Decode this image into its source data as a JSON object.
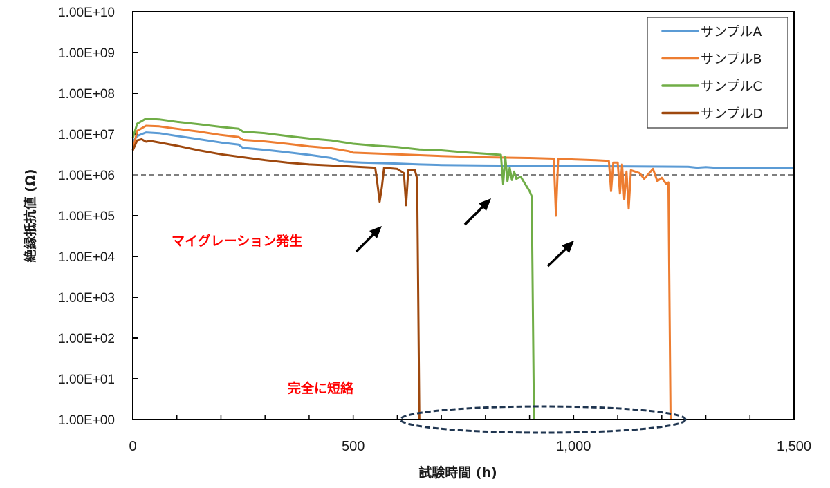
{
  "chart_data": {
    "type": "line",
    "title": "",
    "xlabel": "試験時間 (h)",
    "ylabel": "絶縁抵抗値 (Ω)",
    "xlim": [
      0,
      1500
    ],
    "ylim": [
      1,
      10000000000.0
    ],
    "yscale": "log",
    "x_ticks": [
      "0",
      "500",
      "1,000",
      "1,500"
    ],
    "x_minor_tick_step": 100,
    "y_ticks": [
      "1.00E+10",
      "1.00E+09",
      "1.00E+08",
      "1.00E+07",
      "1.00E+06",
      "1.00E+05",
      "1.00E+04",
      "1.00E+03",
      "1.00E+02",
      "1.00E+01",
      "1.00E+00"
    ],
    "grid": false,
    "legend_position": "upper-right",
    "reference_line": {
      "y": 1000000,
      "style": "dashed",
      "color": "#7f7f7f"
    },
    "series": [
      {
        "name": "サンプルA",
        "color": "#5b9bd5",
        "points": [
          [
            0,
            6500000.0
          ],
          [
            10,
            9000000.0
          ],
          [
            30,
            11000000.0
          ],
          [
            60,
            10500000.0
          ],
          [
            100,
            9000000.0
          ],
          [
            150,
            7500000.0
          ],
          [
            200,
            6200000.0
          ],
          [
            240,
            5500000.0
          ],
          [
            250,
            4600000.0
          ],
          [
            300,
            4100000.0
          ],
          [
            350,
            3600000.0
          ],
          [
            400,
            3100000.0
          ],
          [
            450,
            2600000.0
          ],
          [
            470,
            2200000.0
          ],
          [
            480,
            2100000.0
          ],
          [
            520,
            2000000.0
          ],
          [
            600,
            1900000.0
          ],
          [
            650,
            1800000.0
          ],
          [
            700,
            1750000.0
          ],
          [
            800,
            1700000.0
          ],
          [
            900,
            1680000.0
          ],
          [
            950,
            1650000.0
          ],
          [
            1000,
            1650000.0
          ],
          [
            1100,
            1620000.0
          ],
          [
            1200,
            1600000.0
          ],
          [
            1260,
            1580000.0
          ],
          [
            1280,
            1500000.0
          ],
          [
            1300,
            1550000.0
          ],
          [
            1320,
            1500000.0
          ],
          [
            1400,
            1500000.0
          ],
          [
            1500,
            1500000.0
          ]
        ]
      },
      {
        "name": "サンプルB",
        "color": "#ed7d31",
        "points": [
          [
            0,
            4000000.0
          ],
          [
            10,
            12000000.0
          ],
          [
            30,
            16000000.0
          ],
          [
            60,
            15500000.0
          ],
          [
            100,
            13500000.0
          ],
          [
            150,
            11500000.0
          ],
          [
            200,
            9500000.0
          ],
          [
            240,
            8500000.0
          ],
          [
            250,
            7200000.0
          ],
          [
            300,
            6600000.0
          ],
          [
            350,
            5800000.0
          ],
          [
            400,
            5000000.0
          ],
          [
            450,
            4500000.0
          ],
          [
            490,
            3800000.0
          ],
          [
            500,
            3500000.0
          ],
          [
            600,
            3200000.0
          ],
          [
            700,
            2900000.0
          ],
          [
            800,
            2700000.0
          ],
          [
            900,
            2600000.0
          ],
          [
            955,
            2500000.0
          ],
          [
            960,
            100000.0
          ],
          [
            965,
            2500000.0
          ],
          [
            1000,
            2400000.0
          ],
          [
            1050,
            2300000.0
          ],
          [
            1080,
            2200000.0
          ],
          [
            1085,
            400000.0
          ],
          [
            1090,
            2000000.0
          ],
          [
            1100,
            2000000.0
          ],
          [
            1105,
            350000.0
          ],
          [
            1110,
            1800000.0
          ],
          [
            1115,
            250000.0
          ],
          [
            1120,
            1200000.0
          ],
          [
            1125,
            150000.0
          ],
          [
            1130,
            1300000.0
          ],
          [
            1150,
            1100000.0
          ],
          [
            1160,
            800000.0
          ],
          [
            1180,
            1400000.0
          ],
          [
            1190,
            700000.0
          ],
          [
            1200,
            850000.0
          ],
          [
            1210,
            600000.0
          ],
          [
            1215,
            650000.0
          ],
          [
            1220,
            1
          ]
        ]
      },
      {
        "name": "サンプルC",
        "color": "#70ad47",
        "points": [
          [
            0,
            8000000.0
          ],
          [
            10,
            18000000.0
          ],
          [
            30,
            24000000.0
          ],
          [
            60,
            23000000.0
          ],
          [
            100,
            20000000.0
          ],
          [
            150,
            17500000.0
          ],
          [
            200,
            15000000.0
          ],
          [
            240,
            13500000.0
          ],
          [
            250,
            11500000.0
          ],
          [
            300,
            10500000.0
          ],
          [
            350,
            9000000.0
          ],
          [
            400,
            7800000.0
          ],
          [
            450,
            7000000.0
          ],
          [
            500,
            5800000.0
          ],
          [
            550,
            5200000.0
          ],
          [
            600,
            4800000.0
          ],
          [
            650,
            4200000.0
          ],
          [
            700,
            4000000.0
          ],
          [
            750,
            3600000.0
          ],
          [
            800,
            3300000.0
          ],
          [
            835,
            3100000.0
          ],
          [
            840,
            600000.0
          ],
          [
            845,
            2800000.0
          ],
          [
            850,
            700000.0
          ],
          [
            855,
            1500000.0
          ],
          [
            860,
            750000.0
          ],
          [
            865,
            1200000.0
          ],
          [
            870,
            800000.0
          ],
          [
            880,
            900000.0
          ],
          [
            890,
            600000.0
          ],
          [
            900,
            400000.0
          ],
          [
            905,
            300000.0
          ],
          [
            910,
            1
          ]
        ]
      },
      {
        "name": "サンプルD",
        "color": "#9e480e",
        "points": [
          [
            0,
            4000000.0
          ],
          [
            10,
            7000000.0
          ],
          [
            20,
            7500000.0
          ],
          [
            30,
            6500000.0
          ],
          [
            40,
            6800000.0
          ],
          [
            100,
            5200000.0
          ],
          [
            150,
            4000000.0
          ],
          [
            200,
            3200000.0
          ],
          [
            250,
            2700000.0
          ],
          [
            300,
            2300000.0
          ],
          [
            350,
            2000000.0
          ],
          [
            400,
            1800000.0
          ],
          [
            450,
            1700000.0
          ],
          [
            500,
            1600000.0
          ],
          [
            550,
            1500000.0
          ],
          [
            555,
            600000.0
          ],
          [
            560,
            220000.0
          ],
          [
            565,
            500000.0
          ],
          [
            570,
            1500000.0
          ],
          [
            600,
            1400000.0
          ],
          [
            615,
            1100000.0
          ],
          [
            620,
            180000.0
          ],
          [
            625,
            1300000.0
          ],
          [
            640,
            1300000.0
          ],
          [
            645,
            800000.0
          ],
          [
            650,
            1
          ]
        ]
      }
    ],
    "annotations": [
      {
        "text": "マイグレーション発生",
        "color": "#ff0000"
      },
      {
        "text": "完全に短絡",
        "color": "#ff0000"
      }
    ]
  },
  "labels": {
    "xlabel": "試験時間 (h)",
    "ylabel": "絶縁抵抗値 (Ω)",
    "annot_migration": "マイグレーション発生",
    "annot_short": "完全に短絡",
    "legend": [
      "サンプルA",
      "サンプルB",
      "サンプルC",
      "サンプルD"
    ]
  }
}
